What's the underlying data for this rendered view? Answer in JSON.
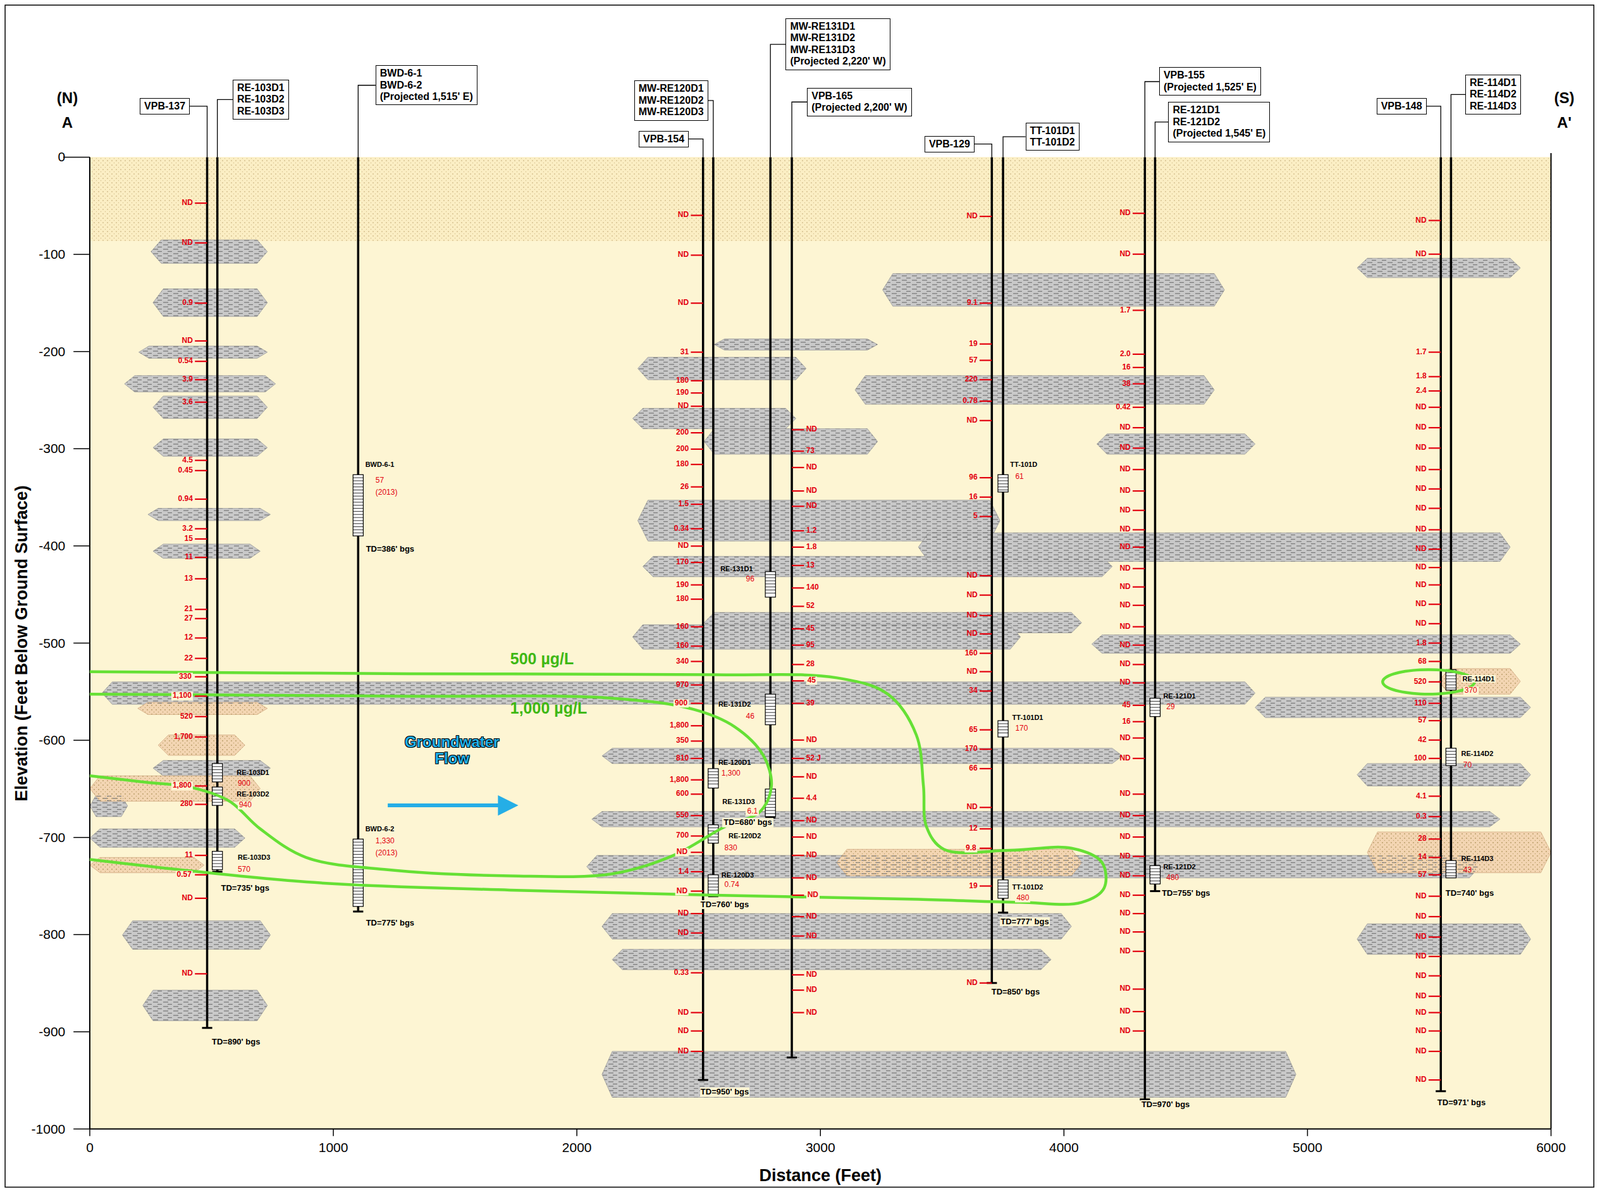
{
  "diagram": {
    "nodes": [
      {
        "text": [
          "VPB-137"
        ]
      },
      {
        "text": [
          "RE-103D1",
          "RE-103D2",
          "RE-103D3"
        ]
      },
      {
        "text": [
          "BWD-6-1",
          "BWD-6-2",
          "(Projected 1,515' E)"
        ]
      },
      {
        "text": [
          "MW-RE120D1",
          "MW-RE120D2",
          "MW-RE120D3"
        ]
      },
      {
        "text": [
          "VPB-154"
        ]
      },
      {
        "text": [
          "MW-RE131D1",
          "MW-RE131D2",
          "MW-RE131D3",
          "(Projected 2,220' W)"
        ]
      },
      {
        "text": [
          "VPB-165",
          "(Projected 2,200' W)"
        ]
      },
      {
        "text": [
          "VPB-129"
        ]
      },
      {
        "text": [
          "TT-101D1",
          "TT-101D2"
        ]
      },
      {
        "text": [
          "VPB-155",
          "(Projected 1,525' E)"
        ]
      },
      {
        "text": [
          "RE-121D1",
          "RE-121D2",
          "(Projected 1,545' E)"
        ]
      },
      {
        "text": [
          "VPB-148"
        ]
      },
      {
        "text": [
          "RE-114D1",
          "RE-114D2",
          "RE-114D3"
        ]
      }
    ],
    "labels": [
      "0",
      "-100",
      "-200",
      "-300",
      "-400",
      "-500",
      "-600",
      "-700",
      "-800",
      "-900",
      "-1000",
      "0",
      "1000",
      "2000",
      "3000",
      "4000",
      "5000",
      "6000",
      "Elevation (Feet Below Ground Surface)",
      "Distance (Feet)",
      "(N)",
      "A",
      "(S)",
      "A'",
      "ND",
      "ND",
      "0.9",
      "ND",
      "0.54",
      "3.9",
      "3.6",
      "4.5",
      "0.45",
      "0.94",
      "3.2",
      "15",
      "11",
      "13",
      "21",
      "27",
      "12",
      "22",
      "330",
      "1,100",
      "520",
      "1,700",
      "1,800",
      "280",
      "11",
      "0.57",
      "ND",
      "ND",
      "ND",
      "ND",
      "ND",
      "31",
      "180",
      "190",
      "ND",
      "200",
      "200",
      "180",
      "26",
      "1.5",
      "0.34",
      "ND",
      "170",
      "190",
      "180",
      "160",
      "160",
      "340",
      "970",
      "900",
      "1,800",
      "350",
      "810",
      "1,800",
      "600",
      "550",
      "700",
      "ND",
      "1.4",
      "ND",
      "ND",
      "ND",
      "0.33",
      "ND",
      "ND",
      "ND",
      "ND",
      "73",
      "ND",
      "ND",
      "ND",
      "1.2",
      "1.8",
      "13",
      "140",
      "52",
      "45",
      "95",
      "28",
      "45",
      "39",
      "ND",
      "52 J",
      "ND",
      "4.4",
      "ND",
      "ND",
      "ND",
      "ND",
      "ND",
      "ND",
      "ND",
      "ND",
      "ND",
      "ND",
      "ND",
      "9.1",
      "19",
      "57",
      "220",
      "0.78",
      "ND",
      "96",
      "16",
      "5",
      "ND",
      "ND",
      "ND",
      "ND",
      "160",
      "ND",
      "34",
      "65",
      "170",
      "66",
      "ND",
      "12",
      "9.8",
      "19",
      "ND",
      "ND",
      "ND",
      "1.7",
      "2.0",
      "16",
      "38",
      "0.42",
      "ND",
      "ND",
      "ND",
      "ND",
      "ND",
      "ND",
      "ND",
      "ND",
      "ND",
      "ND",
      "ND",
      "ND",
      "ND",
      "ND",
      "45",
      "16",
      "ND",
      "ND",
      "ND",
      "ND",
      "ND",
      "ND",
      "ND",
      "ND",
      "ND",
      "ND",
      "ND",
      "ND",
      "ND",
      "ND",
      "ND",
      "ND",
      "1.7",
      "1.8",
      "2.4",
      "ND",
      "ND",
      "ND",
      "ND",
      "ND",
      "ND",
      "ND",
      "ND",
      "ND",
      "ND",
      "ND",
      "ND",
      "1.8",
      "68",
      "520",
      "110",
      "57",
      "42",
      "100",
      "4.1",
      "0.3",
      "28",
      "14",
      "57",
      "ND",
      "ND",
      "ND",
      "ND",
      "ND",
      "ND",
      "ND",
      "ND",
      "ND",
      "ND",
      "RE-103D1",
      "900",
      "RE-103D2",
      "940",
      "RE-103D3",
      "570",
      "TD=735' bgs",
      "TD=890' bgs",
      "BWD-6-1",
      "57",
      "(2013)",
      "TD=386' bgs",
      "BWD-6-2",
      "1,330",
      "(2013)",
      "TD=775' bgs",
      "RE-131D1",
      "96",
      "RE-131D2",
      "46",
      "RE-120D1",
      "1,300",
      "RE-131D3",
      "6.1",
      "TD=680' bgs",
      "RE-120D2",
      "830",
      "RE-120D3",
      "0.74",
      "TD=760' bgs",
      "TD=950' bgs",
      "TT-101D",
      "61",
      "TT-101D1",
      "170",
      "TT-101D2",
      "480",
      "TD=777' bgs",
      "TD=850' bgs",
      "RE-121D1",
      "29",
      "RE-121D2",
      "480",
      "TD=755' bgs",
      "TD=970' bgs",
      "RE-114D1",
      "370",
      "RE-114D2",
      "70",
      "RE-114D3",
      "43",
      "TD=740' bgs",
      "TD=971' bgs",
      "500 µg/L",
      "1,000 µg/L",
      "Groundwater Flow"
    ]
  }
}
